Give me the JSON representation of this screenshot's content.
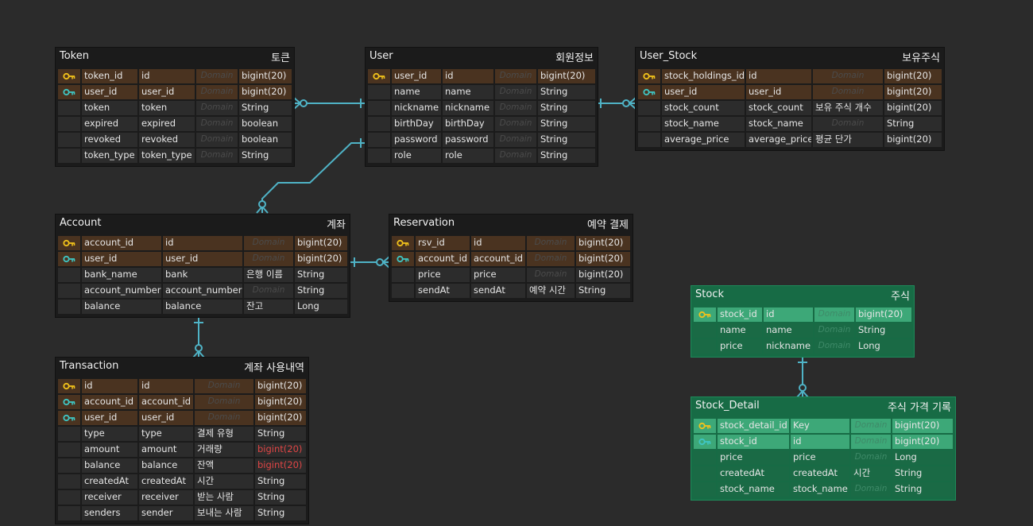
{
  "tables": [
    {
      "id": "token",
      "name": "Token",
      "logical": "토큰",
      "theme": "dark",
      "rows": [
        {
          "key": "pk",
          "phys": "token_id",
          "log": "id",
          "dom": "Domain",
          "type": "bigint(20)"
        },
        {
          "key": "fk",
          "phys": "user_id",
          "log": "user_id",
          "dom": "Domain",
          "type": "bigint(20)"
        },
        {
          "key": "",
          "phys": "token",
          "log": "token",
          "dom": "Domain",
          "type": "String"
        },
        {
          "key": "",
          "phys": "expired",
          "log": "expired",
          "dom": "Domain",
          "type": "boolean"
        },
        {
          "key": "",
          "phys": "revoked",
          "log": "revoked",
          "dom": "Domain",
          "type": "boolean"
        },
        {
          "key": "",
          "phys": "token_type",
          "log": "token_type",
          "dom": "Domain",
          "type": "String"
        }
      ]
    },
    {
      "id": "user",
      "name": "User",
      "logical": "회원정보",
      "theme": "dark",
      "rows": [
        {
          "key": "pk",
          "phys": "user_id",
          "log": "id",
          "dom": "Domain",
          "type": "bigint(20)"
        },
        {
          "key": "",
          "phys": "name",
          "log": "name",
          "dom": "Domain",
          "type": "String"
        },
        {
          "key": "",
          "phys": "nickname",
          "log": "nickname",
          "dom": "Domain",
          "type": "String"
        },
        {
          "key": "",
          "phys": "birthDay",
          "log": "birthDay",
          "dom": "Domain",
          "type": "String"
        },
        {
          "key": "",
          "phys": "password",
          "log": "password",
          "dom": "Domain",
          "type": "String"
        },
        {
          "key": "",
          "phys": "role",
          "log": "role",
          "dom": "Domain",
          "type": "String"
        }
      ]
    },
    {
      "id": "user_stock",
      "name": "User_Stock",
      "logical": "보유주식",
      "theme": "dark",
      "rows": [
        {
          "key": "pk",
          "phys": "stock_holdings_id",
          "log": "id",
          "dom": "Domain",
          "type": "bigint(20)"
        },
        {
          "key": "fk",
          "phys": "user_id",
          "log": "user_id",
          "dom": "Domain",
          "type": "bigint(20)"
        },
        {
          "key": "",
          "phys": "stock_count",
          "log": "stock_count",
          "dom": "보유 주식 개수",
          "type": "bigint(20)"
        },
        {
          "key": "",
          "phys": "stock_name",
          "log": "stock_name",
          "dom": "Domain",
          "type": "String"
        },
        {
          "key": "",
          "phys": "average_price",
          "log": "average_price",
          "dom": "평균 단가",
          "type": "bigint(20)"
        }
      ]
    },
    {
      "id": "account",
      "name": "Account",
      "logical": "계좌",
      "theme": "dark",
      "rows": [
        {
          "key": "pk",
          "phys": "account_id",
          "log": "id",
          "dom": "Domain",
          "type": "bigint(20)"
        },
        {
          "key": "fk",
          "phys": "user_id",
          "log": "user_id",
          "dom": "Domain",
          "type": "bigint(20)"
        },
        {
          "key": "",
          "phys": "bank_name",
          "log": "bank",
          "dom": "은행 이름",
          "type": "String"
        },
        {
          "key": "",
          "phys": "account_number",
          "log": "account_number",
          "dom": "Domain",
          "type": "String"
        },
        {
          "key": "",
          "phys": "balance",
          "log": "balance",
          "dom": "잔고",
          "type": "Long"
        }
      ]
    },
    {
      "id": "reservation",
      "name": "Reservation",
      "logical": "예약 결제",
      "theme": "dark",
      "rows": [
        {
          "key": "pk",
          "phys": "rsv_id",
          "log": "id",
          "dom": "Domain",
          "type": "bigint(20)"
        },
        {
          "key": "fk",
          "phys": "account_id",
          "log": "account_id",
          "dom": "Domain",
          "type": "bigint(20)"
        },
        {
          "key": "",
          "phys": "price",
          "log": "price",
          "dom": "Domain",
          "type": "bigint(20)"
        },
        {
          "key": "",
          "phys": "sendAt",
          "log": "sendAt",
          "dom": "예약 시간",
          "type": "String"
        }
      ]
    },
    {
      "id": "transaction",
      "name": "Transaction",
      "logical": "계좌 사용내역",
      "theme": "dark",
      "rows": [
        {
          "key": "pk",
          "phys": "id",
          "log": "id",
          "dom": "Domain",
          "type": "bigint(20)"
        },
        {
          "key": "fk",
          "phys": "account_id",
          "log": "account_id",
          "dom": "Domain",
          "type": "bigint(20)"
        },
        {
          "key": "fk",
          "phys": "user_id",
          "log": "user_id",
          "dom": "Domain",
          "type": "bigint(20)"
        },
        {
          "key": "",
          "phys": "type",
          "log": "type",
          "dom": "결제 유형",
          "type": "String"
        },
        {
          "key": "",
          "phys": "amount",
          "log": "amount",
          "dom": "거래량",
          "type": "bigint(20)",
          "red": true
        },
        {
          "key": "",
          "phys": "balance",
          "log": "balance",
          "dom": "잔액",
          "type": "bigint(20)",
          "red": true
        },
        {
          "key": "",
          "phys": "createdAt",
          "log": "createdAt",
          "dom": "시간",
          "type": "String"
        },
        {
          "key": "",
          "phys": "receiver",
          "log": "receiver",
          "dom": "받는 사람",
          "type": "String"
        },
        {
          "key": "",
          "phys": "senders",
          "log": "sender",
          "dom": "보내는 사람",
          "type": "String"
        }
      ]
    },
    {
      "id": "stock",
      "name": "Stock",
      "logical": "주식",
      "theme": "green",
      "rows": [
        {
          "key": "pk",
          "phys": "stock_id",
          "log": "id",
          "dom": "Domain",
          "type": "bigint(20)"
        },
        {
          "key": "",
          "phys": "name",
          "log": "name",
          "dom": "Domain",
          "type": "String"
        },
        {
          "key": "",
          "phys": "price",
          "log": "nickname",
          "dom": "Domain",
          "type": "Long"
        }
      ]
    },
    {
      "id": "stock_detail",
      "name": "Stock_Detail",
      "logical": "주식 가격 기록",
      "theme": "green",
      "rows": [
        {
          "key": "pk",
          "phys": "stock_detail_id",
          "log": "Key",
          "dom": "Domain",
          "type": "bigint(20)"
        },
        {
          "key": "fk",
          "phys": "stock_id",
          "log": "id",
          "dom": "Domain",
          "type": "bigint(20)"
        },
        {
          "key": "",
          "phys": "price",
          "log": "price",
          "dom": "Domain",
          "type": "Long"
        },
        {
          "key": "",
          "phys": "createdAt",
          "log": "createdAt",
          "dom": "시간",
          "type": "String"
        },
        {
          "key": "",
          "phys": "stock_name",
          "log": "stock_name",
          "dom": "Domain",
          "type": "String"
        }
      ]
    }
  ],
  "colors": {
    "pk_icon": "#f2c21b",
    "fk_icon": "#3fc6c4",
    "connector": "#4fb3c6",
    "red_type": "#e04545"
  }
}
